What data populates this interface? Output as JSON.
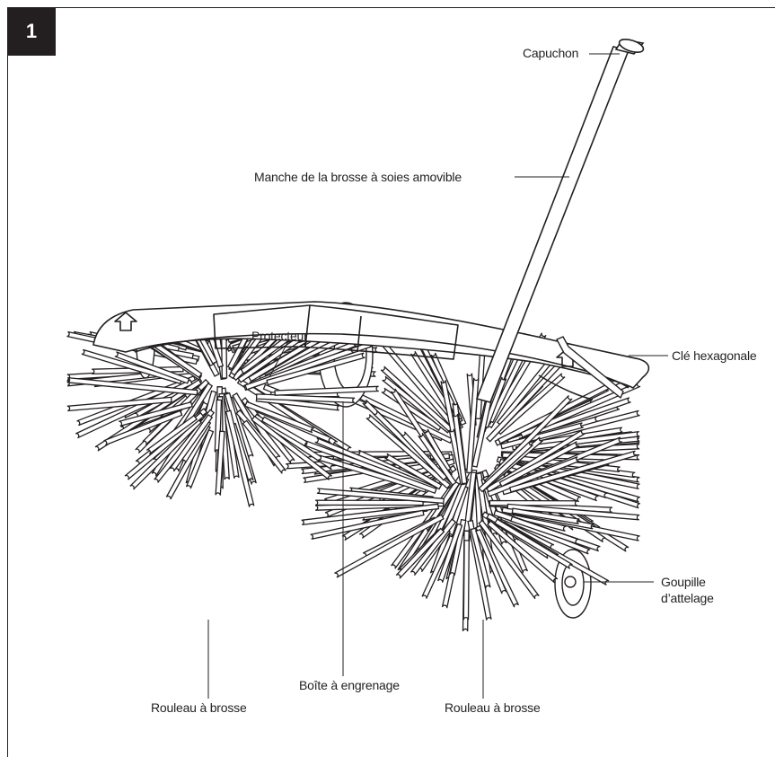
{
  "figure": {
    "number": "1"
  },
  "labels": {
    "cap": "Capuchon",
    "handle": "Manche de la brosse à soies amovible",
    "guard": "Protecteur",
    "hex_key": "Clé hexagonale",
    "pin_line1": "Goupille",
    "pin_line2": "d’attelage",
    "gearbox": "Boîte à engrenage",
    "roller_left": "Rouleau à brosse",
    "roller_right": "Rouleau à brosse"
  },
  "colors": {
    "ink": "#231f20",
    "paper": "#ffffff"
  }
}
